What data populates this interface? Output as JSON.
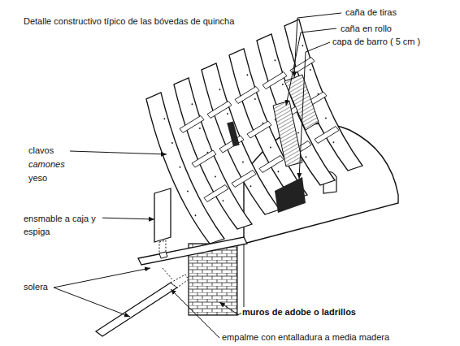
{
  "diagram": {
    "title": "Detalle constructivo típico de las bóvedas de quincha",
    "labels": [
      "caña de tiras",
      "caña en rollo",
      "capa de barro ( 5 cm )",
      "clavos",
      "camones",
      "yeso",
      "ensmable a caja y espiga",
      "solera",
      "muros de adobe o ladrillos",
      "empalme con entalladura a media madera"
    ]
  }
}
